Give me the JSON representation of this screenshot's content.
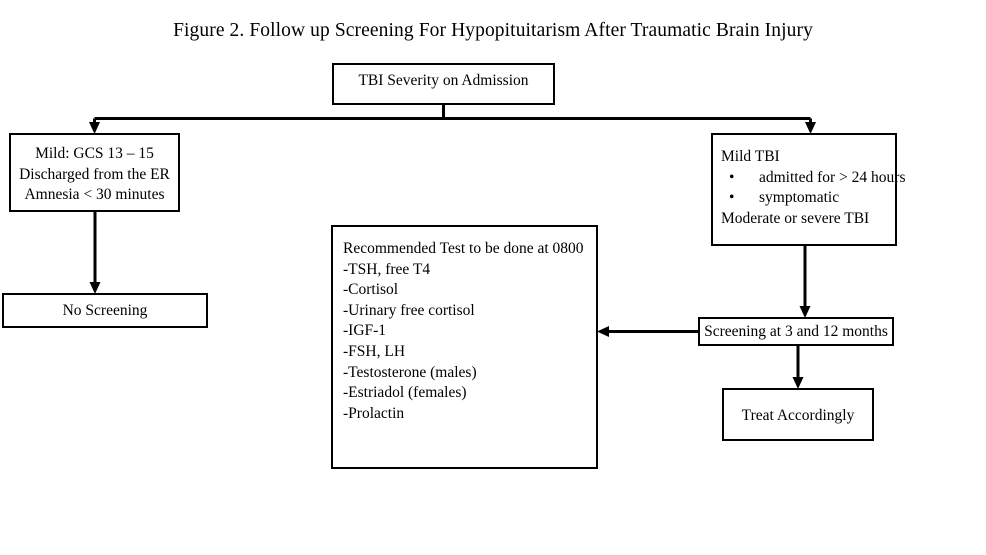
{
  "figure": {
    "title": "Figure 2. Follow up Screening For Hypopituitarism After Traumatic Brain Injury"
  },
  "diagram": {
    "type": "flowchart",
    "orientation": "top-down",
    "background_color": "#ffffff",
    "line_color": "#000000",
    "nodes": {
      "tbi_severity": {
        "label": "TBI Severity on Admission"
      },
      "mild": {
        "line1": "Mild: GCS 13 – 15",
        "line2": "Discharged from the ER",
        "line3": "Amnesia < 30 minutes"
      },
      "mild_tbi": {
        "line1": "Mild TBI",
        "bullet1": "admitted for > 24 hours",
        "bullet2": "symptomatic",
        "line2": "Moderate or severe TBI",
        "bullet_glyph": "•"
      },
      "tests": {
        "heading": "Recommended Test to be done at 0800",
        "items": [
          "-TSH, free T4",
          "-Cortisol",
          "-Urinary free cortisol",
          "-IGF-1",
          "-FSH, LH",
          "-Testosterone (males)",
          "-Estriadol (females)",
          "-Prolactin"
        ]
      },
      "no_screening": {
        "label": "No Screening"
      },
      "screening": {
        "label": "Screening at 3 and 12 months"
      },
      "treat": {
        "label": "Treat Accordingly"
      }
    },
    "edges": [
      {
        "from": "tbi_severity",
        "to": "mild",
        "style": "elbow-down-left-arrow"
      },
      {
        "from": "tbi_severity",
        "to": "mild_tbi",
        "style": "elbow-down-right-arrow"
      },
      {
        "from": "mild",
        "to": "no_screening",
        "style": "straight-down-arrow"
      },
      {
        "from": "mild_tbi",
        "to": "screening",
        "style": "straight-down-arrow"
      },
      {
        "from": "screening",
        "to": "tests",
        "style": "straight-left-arrow"
      },
      {
        "from": "screening",
        "to": "treat",
        "style": "straight-down-arrow"
      }
    ]
  }
}
